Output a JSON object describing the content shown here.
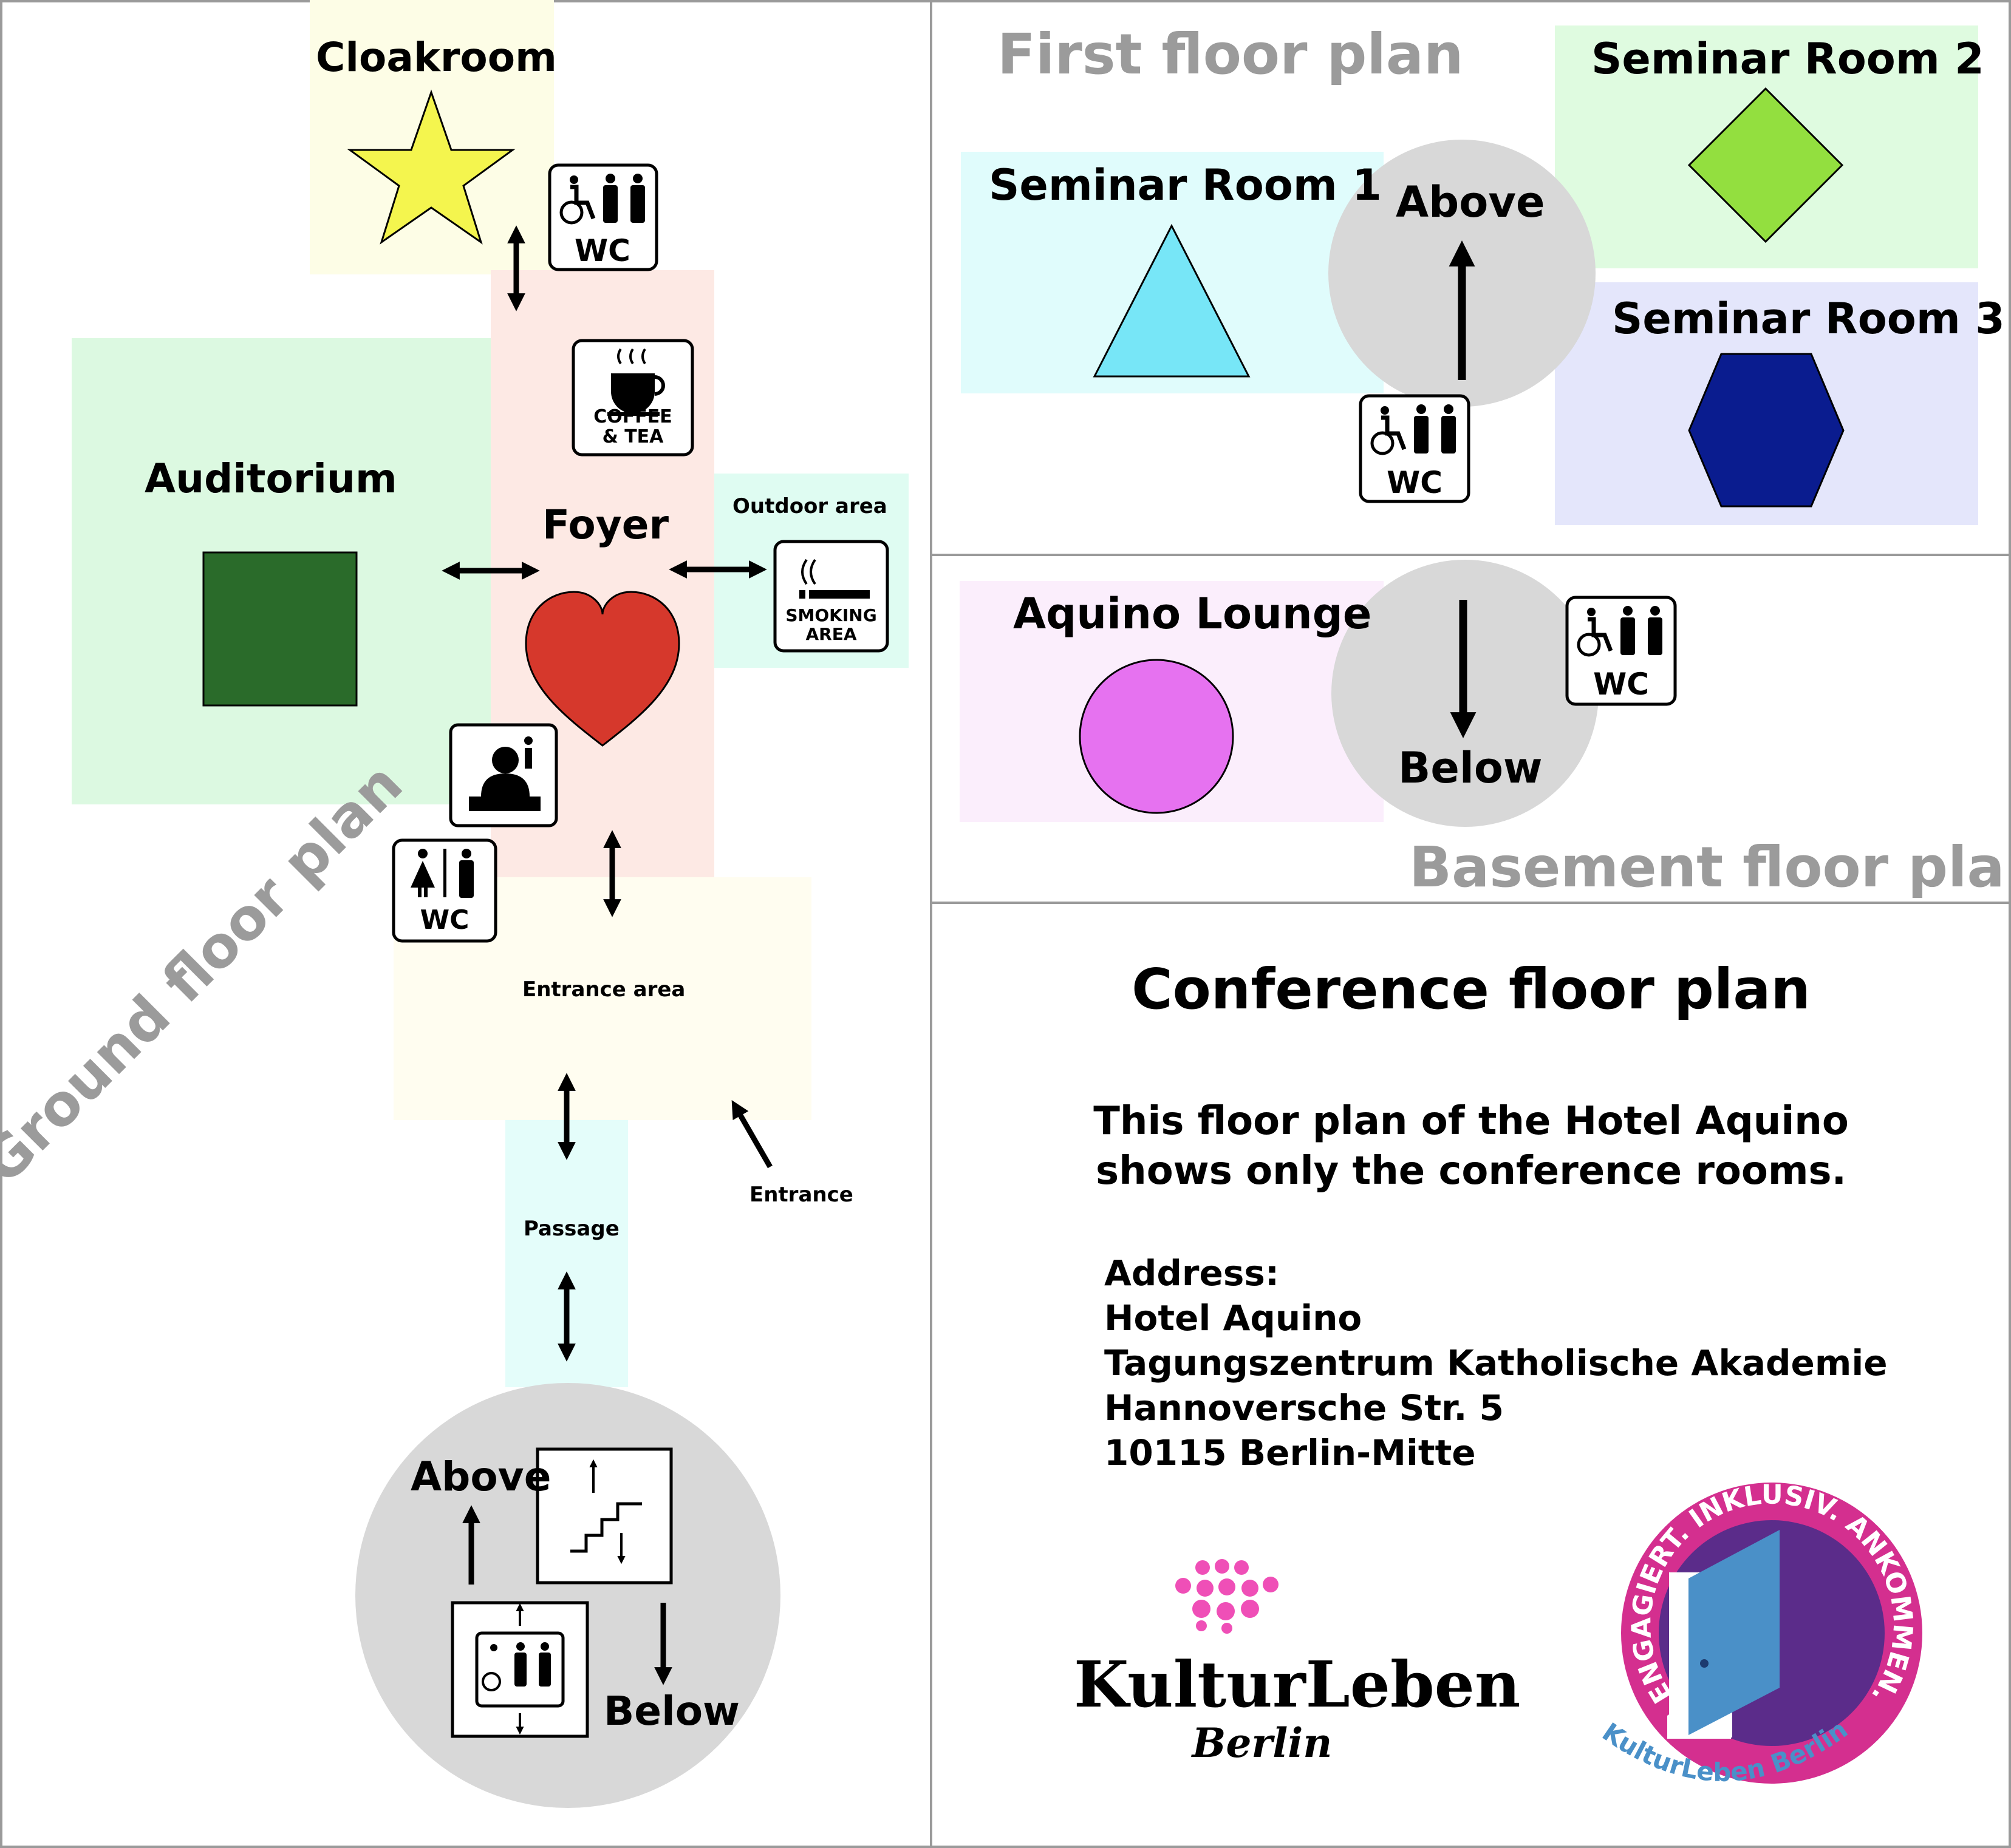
{
  "ground_floor": {
    "heading": "Ground floor plan",
    "cloakroom": "Cloakroom",
    "auditorium": "Auditorium",
    "foyer": "Foyer",
    "outdoor": "Outdoor area",
    "entrance_area": "Entrance area",
    "entrance": "Entrance",
    "passage": "Passage",
    "above": "Above",
    "below": "Below",
    "wc": "WC",
    "coffee_line1": "COFFEE",
    "coffee_line2": "& TEA",
    "smoking_line1": "SMOKING",
    "smoking_line2": "AREA"
  },
  "first_floor": {
    "heading": "First floor plan",
    "room1": "Seminar Room 1",
    "room2": "Seminar Room 2",
    "room3": "Seminar Room 3",
    "above": "Above",
    "wc": "WC"
  },
  "basement": {
    "heading": "Basement floor plan",
    "lounge": "Aquino Lounge",
    "below": "Below",
    "wc": "WC"
  },
  "info": {
    "title": "Conference floor plan",
    "desc_line1": "This floor plan of the Hotel Aquino",
    "desc_line2": "shows only the conference rooms.",
    "address": [
      "Address:",
      "Hotel Aquino",
      "Tagungszentrum Katholische Akademie",
      "Hannoversche Str. 5",
      "10115 Berlin-Mitte"
    ]
  },
  "logos": {
    "kulturleben_line1": "KulturLeben",
    "kulturleben_line2": "Berlin",
    "badge_ring_text": "ENGAGIERT. INKLUSIV. ANKOMMEN.",
    "badge_bottom_text": "KulturLeben Berlin"
  },
  "colors": {
    "panel_border": "#9a9a9a",
    "cloakroom_bg": "#fdfde6",
    "foyer_bg": "#fde9e4",
    "auditorium_bg": "#dcf9e1",
    "outdoor_bg": "#dffcf2",
    "entrance_bg": "#fffdf0",
    "passage_bg": "#e4fdfa",
    "circle_gray": "#d8d8d8",
    "star_yellow": "#f4f54e",
    "heart_red": "#d6382c",
    "square_green": "#2a6b2a",
    "room1_bg": "#e0fcfc",
    "triangle_cyan": "#77e6f7",
    "room2_bg": "#dffbe0",
    "diamond_green": "#93df3f",
    "room3_bg": "#e4e6fb",
    "hexagon_blue": "#0a1c8f",
    "lounge_bg": "#fbeefc",
    "circle_magenta": "#e672f0",
    "pink_dots": "#ef4fb7",
    "badge_magenta": "#d42f8f",
    "badge_purple": "#5b2c8a",
    "badge_door_blue": "#4a90c8"
  }
}
